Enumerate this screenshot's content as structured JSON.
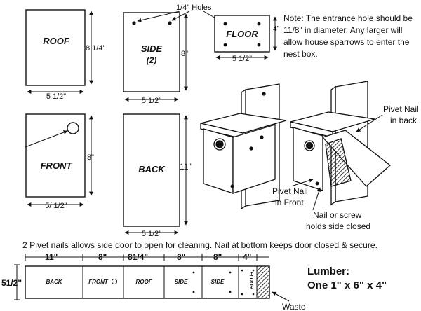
{
  "title_holes": "1/4\" Holes",
  "note": "Note: The entrance hole should be 11/8\" in diameter. Any larger will allow house sparrows to enter the nest box.",
  "panels": {
    "roof": {
      "label": "ROOF",
      "height": "8 1/4\"",
      "width": "5 1/2\""
    },
    "side": {
      "label": "SIDE",
      "sublabel": "(2)",
      "height": "8\"",
      "width": "5 1/2\""
    },
    "floor": {
      "label": "FLOOR",
      "height": "4\"",
      "width": "5 1/2\""
    },
    "front": {
      "label": "FRONT",
      "height": "8\"",
      "width": "5/ 1/2\""
    },
    "back": {
      "label": "BACK",
      "height": "11\"",
      "width": "5 1/2\""
    }
  },
  "callouts": {
    "pivot_back": "Pivet Nail in back",
    "pivot_front": "Pivet Nail in Front",
    "nail_screw": "Nail or screw holds side closed"
  },
  "caption": "2 Pivet nails allows side door to open for cleaning. Nail at bottom keeps door closed & secure.",
  "board": {
    "height_label": "51/2\"",
    "dims": [
      "11\"",
      "8\"",
      "81/4\"",
      "8\"",
      "8\"",
      "4\""
    ],
    "pieces": [
      "BACK",
      "FRONT",
      "ROOF",
      "SIDE",
      "SIDE",
      "FLOOR"
    ],
    "waste": "Waste"
  },
  "lumber": {
    "title": "Lumber:",
    "size": "One 1\" x 6\" x 4\""
  }
}
